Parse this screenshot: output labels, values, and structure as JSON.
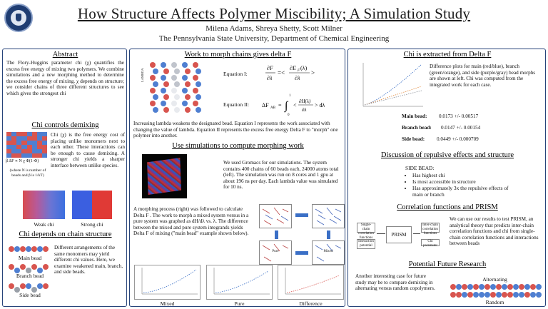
{
  "header": {
    "title": "How Structure Affects Polymer Miscibility; A Simulation Study",
    "authors": "Milena Adams, Shreya Shetty, Scott Milner",
    "affiliation": "The Pennsylvania State University, Department of Chemical Engineering"
  },
  "abstract": {
    "heading": "Abstract",
    "text": "The Flory-Huggins parameter chi (χ) quantifies the excess free energy of mixing two polymers. We combine simulations and a new morphing method to determine the excess free energy of mixing. χ depends on structure; we consider chains of three different structures to see which gives the strongest chi"
  },
  "chi_demixing": {
    "heading": "Chi controls demixing",
    "text": "Chi (χ) is the free energy cost of placing unlike monomers next to each other. These interactions can be enough to cause demixing. A stronger chi yields a sharper interface between unlike species.",
    "formula": "β ΔF ∝ N χ Φ(1-Φ)",
    "formula_note": "(where N is number of beads and β is 1/kT)",
    "weak_label": "Weak chi",
    "strong_label": "Strong chi"
  },
  "chain_structure": {
    "heading": "Chi depends on chain structure",
    "text": "Different arrangements of the same monomers may yield different chi values. Here, we examine weakened main, branch, and side beads.",
    "main_label": "Main bead",
    "branch_label": "Branch bead",
    "side_label": "Side bead"
  },
  "morph": {
    "heading": "Work to morph chains gives delta F",
    "lambda_label": "LAMBDA",
    "eq1_label": "Equation I:",
    "eq2_label": "Equation II:",
    "text": "Increasing lambda weakens the designated bead. Equation I represents the work associated with changing the value of lambda. Equation II represents the excess free energy Delta F to \"morph\" one polymer into another."
  },
  "simulations": {
    "heading": "Use simulations to compute morphing work",
    "text1": "We used Gromacs for our simulations. The system contains 400 chains of 60 beads each, 24000 atoms total (left). The simulation was run on 8 cores and 1 gpu at about 196 ns per day.  Each lambda value was simulated for 10 ns.",
    "text2": "A morphing process (right) was followed to calculate  Delta F . The work to morph a mixed system versus in a pure system was graphed as dH/dλ vs. λ. The difference between the mixed and pure system integrands yields Delta F of mixing (\"main bead\" example shown below).",
    "box_mixed_label": "Mixed",
    "box_pure_label": "Pure",
    "plot_mixed": "Mixed",
    "plot_pure": "Pure",
    "plot_diff": "Difference"
  },
  "chi_extract": {
    "heading": "Chi is extracted from Delta F",
    "text": "Difference plots for main (red/blue), branch (green/orange), and side (purple/gray) bead morphs are shown at left. Chi was computed from the integrated work for each case.",
    "main": "Main bead:",
    "main_val": "0.0173 +/- 0.00517",
    "branch": "Branch bead:",
    "branch_val": "0.0147 +/- 0.00154",
    "side": "Side bead:",
    "side_val": "0.0449 +/- 0.000709"
  },
  "discussion": {
    "heading": "Discussion of repulsive effects and structure",
    "label": "SIDE BEAD:",
    "bullets": [
      "Has highest chi",
      "Is most accessible in structure",
      "Has approximately 3x the repulsive effects of main or branch"
    ]
  },
  "prism": {
    "heading": "Correlation functions and PRISM",
    "text": "We can use our results to test PRISM, an analytical theory that predicts inter-chain correlation functions and chi from single-chain correlation functions and interactions between beads",
    "box_single": "Single-chain correlation functions",
    "box_interaction": "Interaction potential",
    "box_prism": "PRISM",
    "box_inter": "Inter-chain correlation functions",
    "box_chi": "Chi parameter"
  },
  "future": {
    "heading": "Potential Future Research",
    "text": "Another interesting case for future study may be to compare demixing in alternating versus random copolymers.",
    "alt_label": "Alternating",
    "rand_label": "Random"
  },
  "colors": {
    "border": "#27447a",
    "red": "#d8554f",
    "blue": "#4f7fd1"
  }
}
